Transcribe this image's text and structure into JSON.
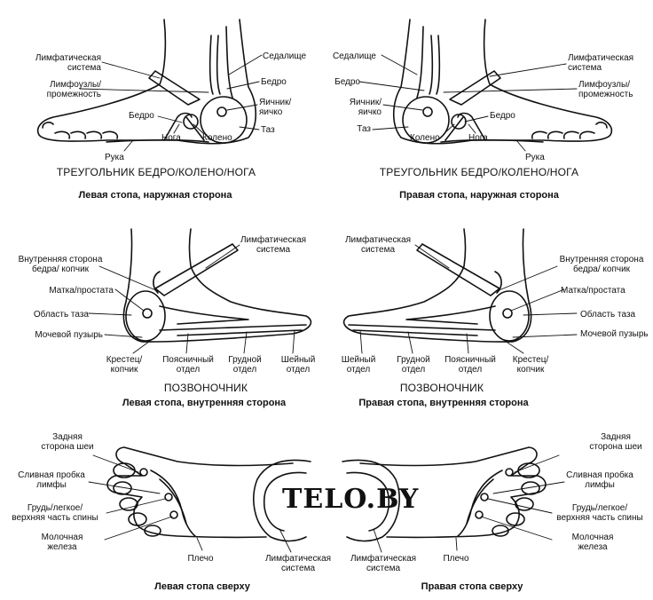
{
  "watermark": "TELO.BY",
  "panels": {
    "left_outer": {
      "caption": "Левая стопа, наружная сторона",
      "section": "ТРЕУГОЛЬНИК БЕДРО/КОЛЕНО/НОГА",
      "labels": {
        "lymph": "Лимфатическая\nсистема",
        "lymph_nodes": "Лимфоузлы/\nпромежность",
        "hip": "Бедро",
        "sciatic": "Седалище",
        "hip2": "Бедро",
        "ovary": "Яичник/\nяичко",
        "pelvis": "Таз",
        "knee": "Колено",
        "leg": "Нога",
        "arm": "Рука"
      }
    },
    "right_outer": {
      "caption": "Правая стопа, наружная сторона",
      "section": "ТРЕУГОЛЬНИК БЕДРО/КОЛЕНО/НОГА",
      "labels": {
        "sciatic": "Седалище",
        "hip2": "Бедро",
        "ovary": "Яичник/\nяичко",
        "pelvis": "Таз",
        "lymph": "Лимфатическая\nсистема",
        "lymph_nodes": "Лимфоузлы/\nпромежность",
        "hip": "Бедро",
        "knee": "Колено",
        "leg": "Нога",
        "arm": "Рука"
      }
    },
    "left_inner": {
      "caption": "Левая стопа, внутренняя сторона",
      "section": "ПОЗВОНОЧНИК",
      "labels": {
        "inner_hip": "Внутренняя сторона\nбедра/ копчик",
        "uterus": "Матка/простата",
        "pelvic_area": "Область таза",
        "bladder": "Мочевой пузырь",
        "lymph": "Лимфатическая\nсистема",
        "sacrum": "Крестец/\nкопчик",
        "lumbar": "Поясничный\nотдел",
        "thoracic": "Грудной\nотдел",
        "cervical": "Шейный\nотдел"
      }
    },
    "right_inner": {
      "caption": "Правая стопа, внутренняя сторона",
      "section": "ПОЗВОНОЧНИК",
      "labels": {
        "lymph": "Лимфатическая\nсистема",
        "inner_hip": "Внутренняя сторона\nбедра/ копчик",
        "uterus": "Матка/простата",
        "pelvic_area": "Область таза",
        "bladder": "Мочевой пузырь",
        "cervical": "Шейный\nотдел",
        "thoracic": "Грудной\nотдел",
        "lumbar": "Поясничный\nотдел",
        "sacrum": "Крестец/\nкопчик"
      }
    },
    "left_top": {
      "caption": "Левая стопа сверху",
      "labels": {
        "neck_back": "Задняя\nсторона шеи",
        "lymph_drain": "Сливная пробка\nлимфы",
        "chest": "Грудь/легкое/\nверхняя часть спины",
        "breast": "Молочная\nжелеза",
        "shoulder": "Плечо",
        "lymph": "Лимфатическая\nсистема"
      }
    },
    "right_top": {
      "caption": "Правая стопа сверху",
      "labels": {
        "neck_back": "Задняя\nсторона шеи",
        "lymph_drain": "Сливная пробка\nлимфы",
        "chest": "Грудь/легкое/\nверхняя часть спины",
        "breast": "Молочная\nжелеза",
        "shoulder": "Плечо",
        "lymph": "Лимфатическая\nсистема"
      }
    }
  }
}
